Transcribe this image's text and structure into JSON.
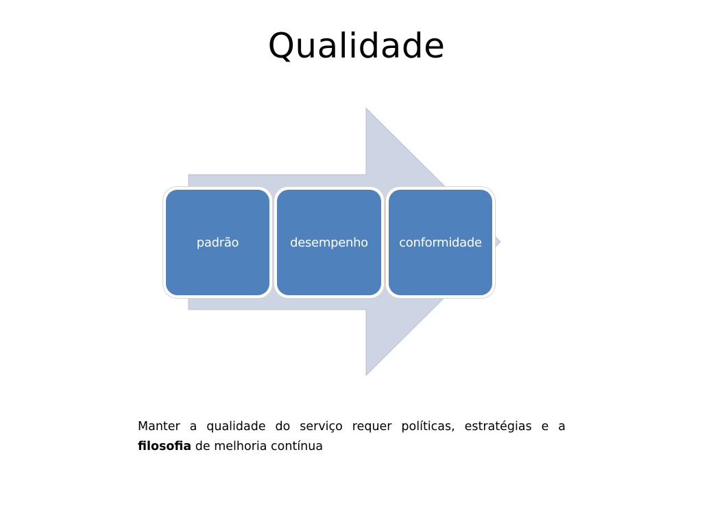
{
  "slide": {
    "title": "Qualidade"
  },
  "diagram": {
    "type": "process-arrow",
    "arrow_color": "#cdd5e4",
    "arrow_border_color": "#b8bfcc",
    "step_color": "#4f81bd",
    "step_text_color": "#ffffff",
    "steps": [
      {
        "label": "padrão"
      },
      {
        "label": "desempenho"
      },
      {
        "label": "conformidade"
      }
    ]
  },
  "caption": {
    "line1_pre": "Manter a qualidade do serviço requer políticas, estratégias e a ",
    "bold": "filosofia",
    "post": " de melhoria contínua"
  }
}
